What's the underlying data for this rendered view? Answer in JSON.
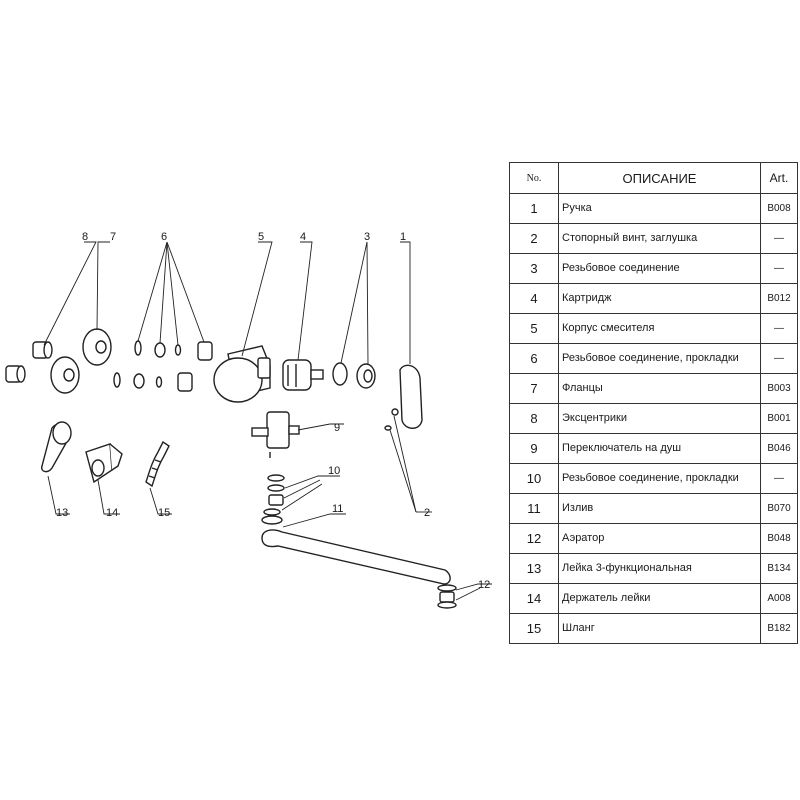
{
  "table": {
    "headers": {
      "no": "No.",
      "description": "ОПИСАНИЕ",
      "art": "Art."
    },
    "rows": [
      {
        "no": "1",
        "description": "Ручка",
        "art": "B008"
      },
      {
        "no": "2",
        "description": "Стопорный винт, заглушка",
        "art": "—"
      },
      {
        "no": "3",
        "description": "Резьбовое соединение",
        "art": "—"
      },
      {
        "no": "4",
        "description": "Картридж",
        "art": "B012"
      },
      {
        "no": "5",
        "description": "Корпус смесителя",
        "art": "—"
      },
      {
        "no": "6",
        "description": "Резьбовое соединение, прокладки",
        "art": "—"
      },
      {
        "no": "7",
        "description": "Фланцы",
        "art": "B003"
      },
      {
        "no": "8",
        "description": "Эксцентрики",
        "art": "B001"
      },
      {
        "no": "9",
        "description": "Переключатель на душ",
        "art": "B046"
      },
      {
        "no": "10",
        "description": "Резьбовое соединение, прокладки",
        "art": "—"
      },
      {
        "no": "11",
        "description": "Излив",
        "art": "B070"
      },
      {
        "no": "12",
        "description": "Аэратор",
        "art": "B048"
      },
      {
        "no": "13",
        "description": "Лейка 3-функциональная",
        "art": "B134"
      },
      {
        "no": "14",
        "description": "Держатель лейки",
        "art": "A008"
      },
      {
        "no": "15",
        "description": "Шланг",
        "art": "B182"
      }
    ]
  },
  "diagram": {
    "callouts": [
      "1",
      "2",
      "3",
      "4",
      "5",
      "6",
      "7",
      "8",
      "9",
      "10",
      "11",
      "12",
      "13",
      "14",
      "15"
    ]
  }
}
